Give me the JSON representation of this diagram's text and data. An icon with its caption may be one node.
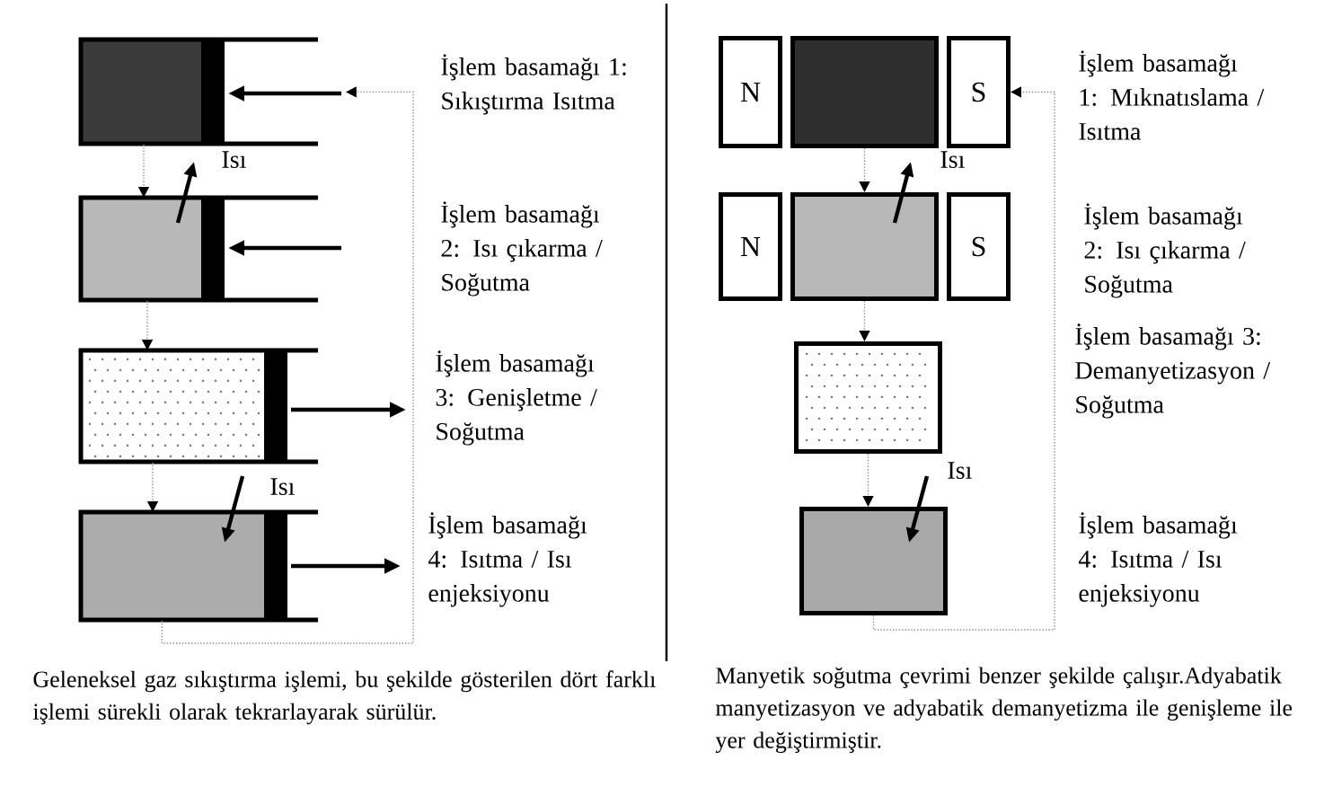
{
  "diagram": {
    "nodes": [
      {
        "text": [],
        "shape": "box"
      },
      {
        "text": [],
        "shape": "box"
      },
      {
        "text": [],
        "shape": "box"
      },
      {
        "text": [],
        "shape": "box"
      },
      {
        "text": [
          "N"
        ]
      },
      {
        "text": [],
        "shape": "box"
      },
      {
        "text": [
          "S"
        ]
      },
      {
        "text": [
          "N"
        ]
      },
      {
        "text": [],
        "shape": "box"
      },
      {
        "text": [
          "S"
        ]
      },
      {
        "text": [],
        "shape": "box"
      },
      {
        "text": [],
        "shape": "box"
      }
    ],
    "edges": [
      {
        "from": 0,
        "to": 1,
        "arrow": "to"
      },
      {
        "from": 1,
        "to": 2,
        "arrow": "to"
      },
      {
        "from": 2,
        "to": 3,
        "arrow": "to"
      },
      {
        "from": 3,
        "to": 0,
        "arrow": "to"
      },
      {
        "from": 5,
        "to": 8,
        "arrow": "to"
      },
      {
        "from": 8,
        "to": 10,
        "arrow": "to"
      },
      {
        "from": 10,
        "to": 11,
        "arrow": "to"
      },
      {
        "from": 11,
        "to": 6,
        "arrow": "to"
      }
    ],
    "labels": [
      "İşlem basamağı 1: Sıkıştırma Isıtma",
      "İşlem basamağı 2: Isı çıkarma / Soğutma",
      "İşlem basamağı 3: Genişletme / Soğutma",
      "İşlem basamağı 4: Isıtma / Isı enjeksiyonu",
      "İşlem basamağı 1: Mıknatıslama / Isıtma",
      "İşlem basamağı 2: Isı çıkarma / Soğutma",
      "İşlem basamağı 3: Demanyetizasyon / Soğutma",
      "İşlem basamağı 4: Isıtma / Isı enjeksiyonu",
      "Isı",
      "Isı",
      "Isı",
      "Isı",
      "Geleneksel gaz sıkıştırma işlemi, bu şekilde gösterilen dört farklı işlemi sürekli olarak tekrarlayarak sürülür.",
      "Manyetik soğutma çevrimi benzer şekilde çalışır.Adyabatik manyetizasyon ve adyabatik demanyetizma ile genişleme ile yer değiştirmiştir."
    ]
  }
}
